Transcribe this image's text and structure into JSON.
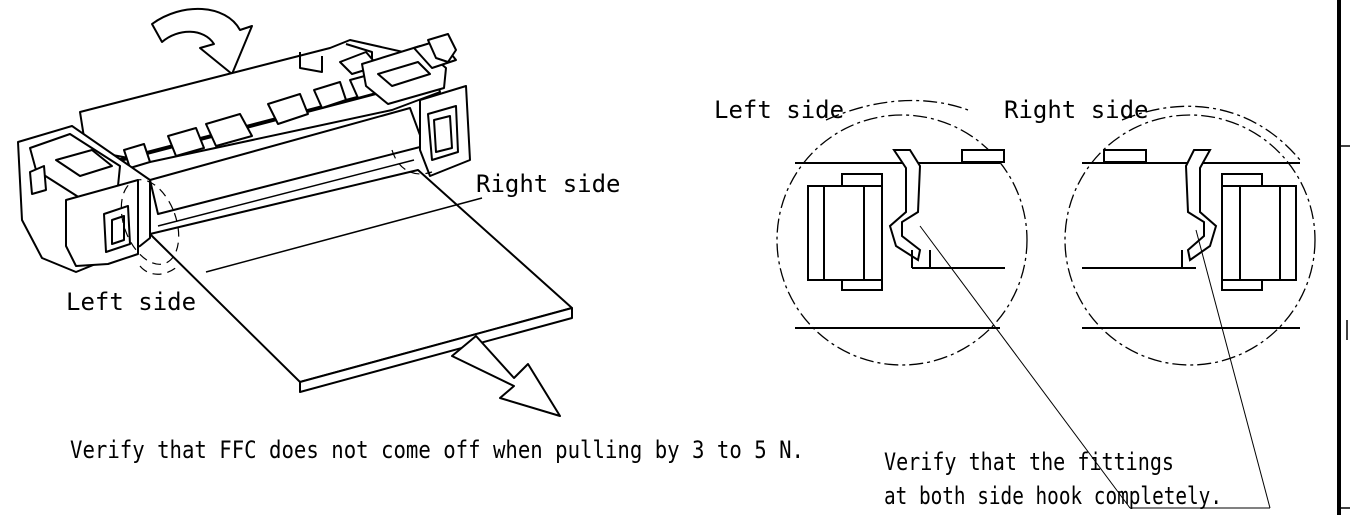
{
  "labels": {
    "iso_left_side": "Left side",
    "iso_right_side": "Right side",
    "detail_left_side": "Left side",
    "detail_right_side": "Right side",
    "pull_instruction": "Verify that FFC does not come off when pulling by 3 to 5 N.",
    "hook_instruction_line1": "Verify that the fittings",
    "hook_instruction_line2": "at both side hook completely."
  },
  "colors": {
    "line": "#000000",
    "background": "#ffffff"
  }
}
